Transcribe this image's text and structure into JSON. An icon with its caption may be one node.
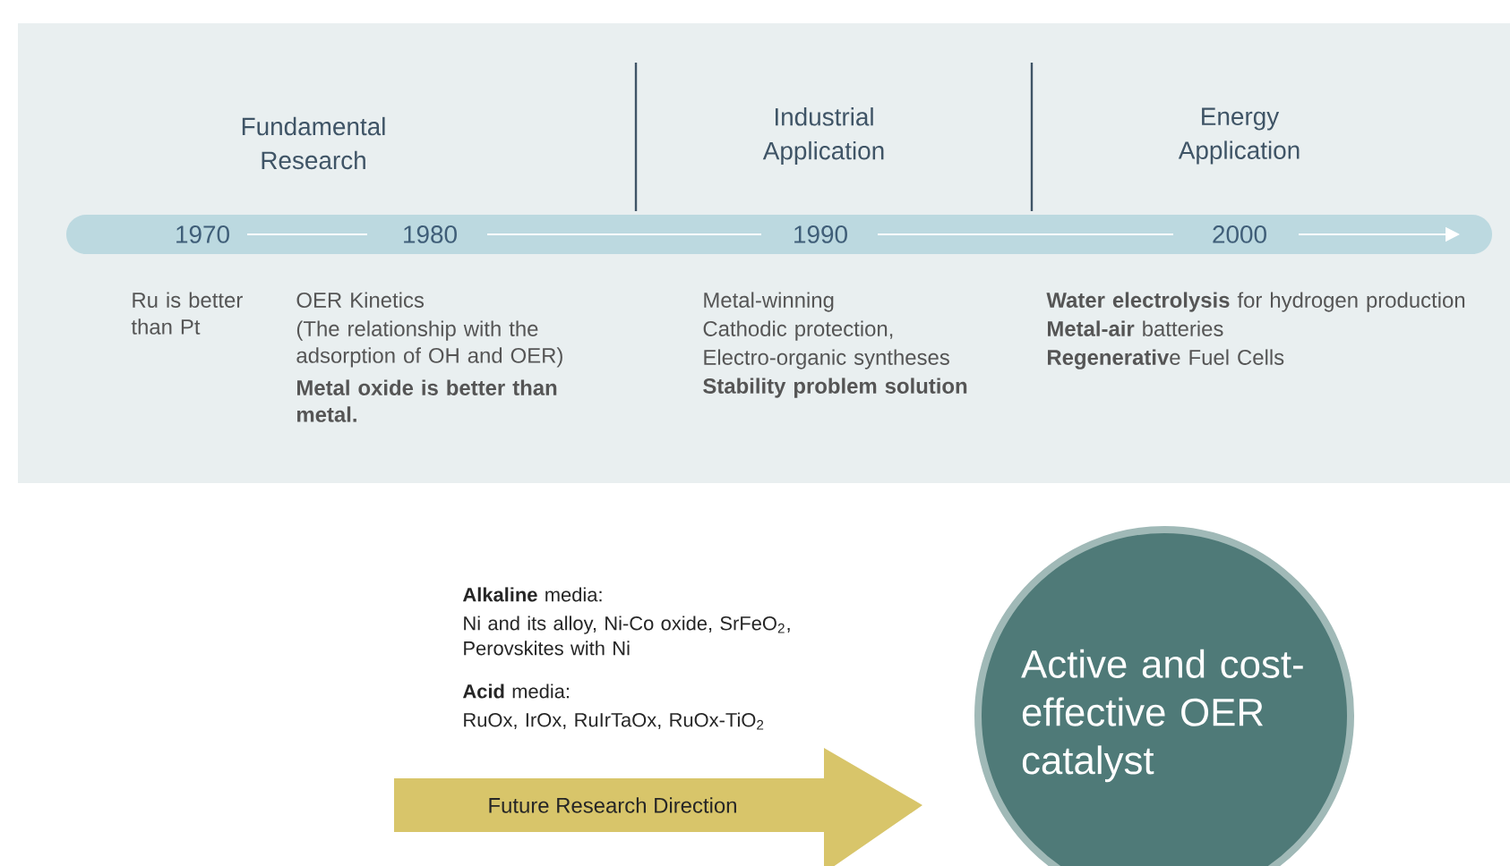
{
  "diagram": {
    "nodes": [
      {
        "text": [
          "1970",
          "1980",
          "1990",
          "2000"
        ]
      },
      {
        "text": [
          "Future Research Direction"
        ]
      },
      {
        "text": [
          "Active and cost-effective OER catalyst"
        ]
      }
    ],
    "labels": [
      "Fundamental Research",
      "Industrial Application",
      "Energy Application",
      "Ru is better than Pt",
      "OER Kinetics",
      "(The relationship with the adsorption of OH and OER)",
      "Metal oxide is better than metal.",
      "Metal-winning",
      "Cathodic protection,",
      "Electro-organic syntheses",
      "Stability problem solution",
      "**Water electrolysis** for hydrogen production",
      "**Metal-air** batteries",
      "**Regenerativ**e Fuel Cells",
      "**Alkaline** media:",
      "Ni and its alloy, Ni-Co oxide, SrFeO$_{2}$, Perovskites with Ni",
      "**Acid** media:",
      "RuOx, IrOx, RuIrTaOx, RuOx-TiO$_{2}$"
    ]
  }
}
